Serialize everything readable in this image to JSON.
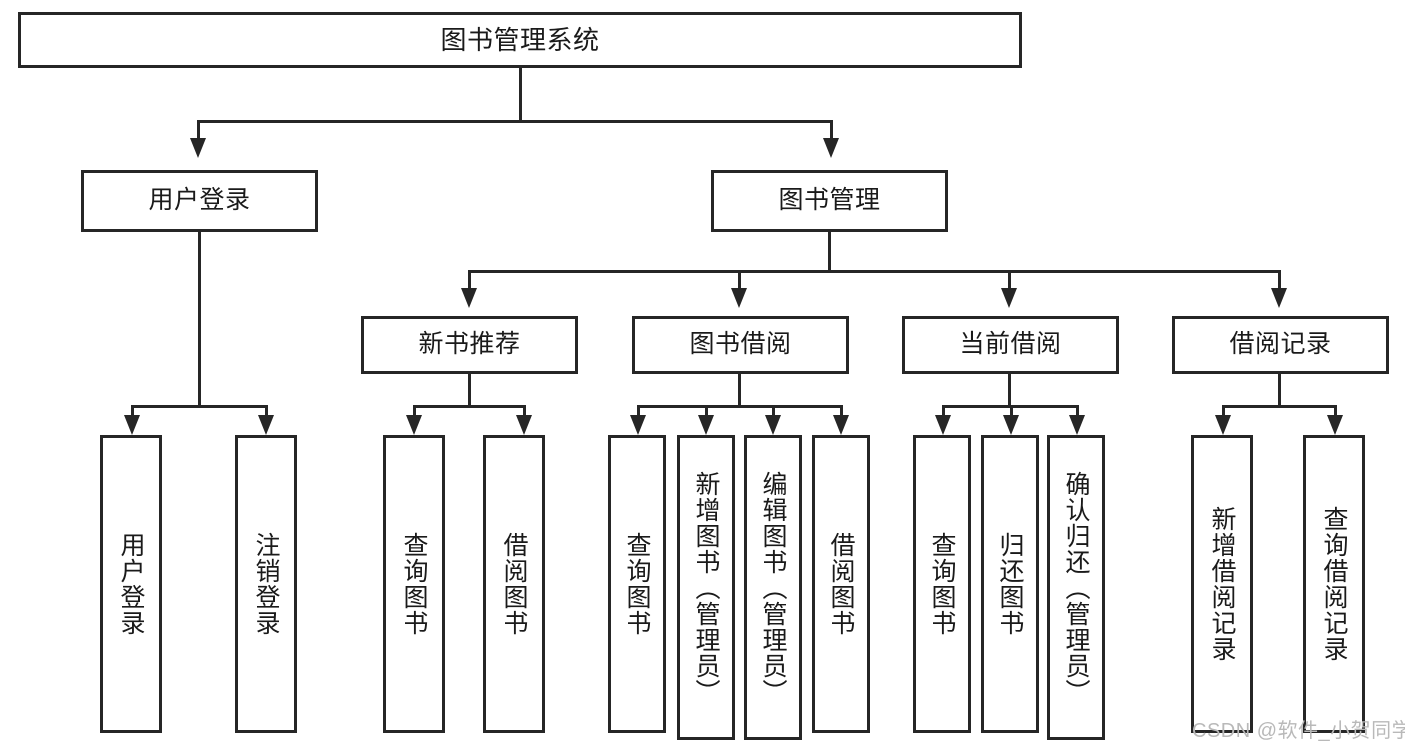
{
  "diagram": {
    "title": "图书管理系统",
    "type": "tree-hierarchy",
    "root": {
      "label": "图书管理系统"
    },
    "level2": [
      {
        "label": "用户登录"
      },
      {
        "label": "图书管理"
      }
    ],
    "level3": [
      {
        "label": "新书推荐"
      },
      {
        "label": "图书借阅"
      },
      {
        "label": "当前借阅"
      },
      {
        "label": "借阅记录"
      }
    ],
    "leaves": {
      "user_login": [
        {
          "label": "用户登录"
        },
        {
          "label": "注销登录"
        }
      ],
      "new_book_recommend": [
        {
          "label": "查询图书"
        },
        {
          "label": "借阅图书"
        }
      ],
      "book_borrow": [
        {
          "label": "查询图书"
        },
        {
          "label": "新增图书（管理员）"
        },
        {
          "label": "编辑图书（管理员）"
        },
        {
          "label": "借阅图书"
        }
      ],
      "current_borrow": [
        {
          "label": "查询图书"
        },
        {
          "label": "归还图书"
        },
        {
          "label": "确认归还（管理员）"
        }
      ],
      "borrow_record": [
        {
          "label": "新增借阅记录"
        },
        {
          "label": "查询借阅记录"
        }
      ]
    }
  },
  "watermark": {
    "text": "CSDN @软件_小贺同学"
  },
  "colors": {
    "stroke": "#262626",
    "background": "#ffffff",
    "text": "#1a1a1a",
    "watermark": "#b9b9b9"
  }
}
